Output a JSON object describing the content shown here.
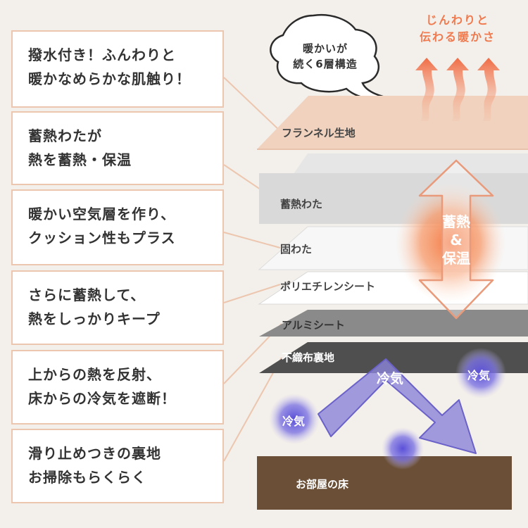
{
  "colors": {
    "background": "#f3efea",
    "callout_border": "#ecc6ae",
    "heat_accent": "#f07a4e",
    "cold_accent": "#6b5fd6",
    "floor": "#6b5037"
  },
  "callouts": [
    {
      "line1": "撥水付き！ふんわりと",
      "line2": "暖かなめらかな肌触り！"
    },
    {
      "line1": "蓄熱わたが",
      "line2": "熱を蓄熱・保温"
    },
    {
      "line1": "暖かい空気層を作り、",
      "line2": "クッション性もプラス"
    },
    {
      "line1": "さらに蓄熱して、",
      "line2": "熱をしっかりキープ"
    },
    {
      "line1": "上からの熱を反射、",
      "line2": "床からの冷気を遮断！"
    },
    {
      "line1": "滑り止めつきの裏地",
      "line2": "お掃除もらくらく"
    }
  ],
  "layers": [
    {
      "label": "フランネル生地"
    },
    {
      "label": "蓄熱わた"
    },
    {
      "label": "固わた"
    },
    {
      "label": "ポリエチレンシート"
    },
    {
      "label": "アルミシート"
    },
    {
      "label": "不織布裏地"
    }
  ],
  "floor_label": "お部屋の床",
  "bubble": {
    "line1": "暖かいが",
    "line2": "続く6層構造"
  },
  "heat_caption": {
    "line1": "じんわりと",
    "line2": "伝わる暖かさ"
  },
  "center_badge": {
    "line1": "蓄熱",
    "line2": "&",
    "line3": "保温"
  },
  "cold_labels": {
    "arrow": "冷気",
    "right_dot": "冷気",
    "left_dot": "冷気"
  }
}
